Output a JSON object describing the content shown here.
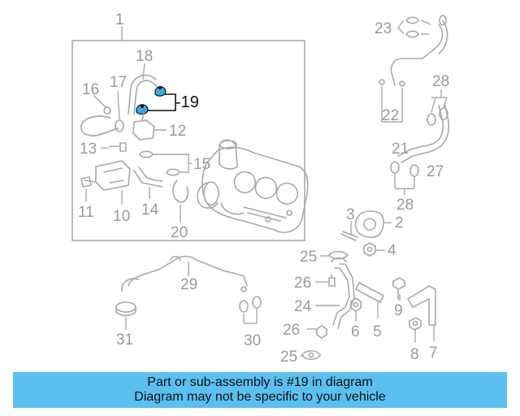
{
  "diagram": {
    "callouts": {
      "c1": "1",
      "c2": "2",
      "c3": "3",
      "c4": "4",
      "c5": "5",
      "c6": "6",
      "c7": "7",
      "c8": "8",
      "c9": "9",
      "c10": "10",
      "c11": "11",
      "c12": "12",
      "c13": "13",
      "c14": "14",
      "c15": "15",
      "c16": "16",
      "c17": "17",
      "c18": "18",
      "c19": "-19",
      "c20": "20",
      "c21": "21",
      "c22": "22",
      "c23": "23",
      "c24": "24",
      "c25a": "25",
      "c25b": "25",
      "c26a": "26",
      "c26b": "26",
      "c27": "27",
      "c28a": "28",
      "c28b": "28",
      "c29": "29",
      "c30": "30",
      "c31": "31"
    },
    "highlight_color": "#3aa9e0",
    "part_color": "#a8a8a8"
  },
  "caption": {
    "line1": "Part or sub-assembly is #19 in diagram",
    "line2": "Diagram may not be specific to your vehicle",
    "background": "#5bc0f0"
  }
}
